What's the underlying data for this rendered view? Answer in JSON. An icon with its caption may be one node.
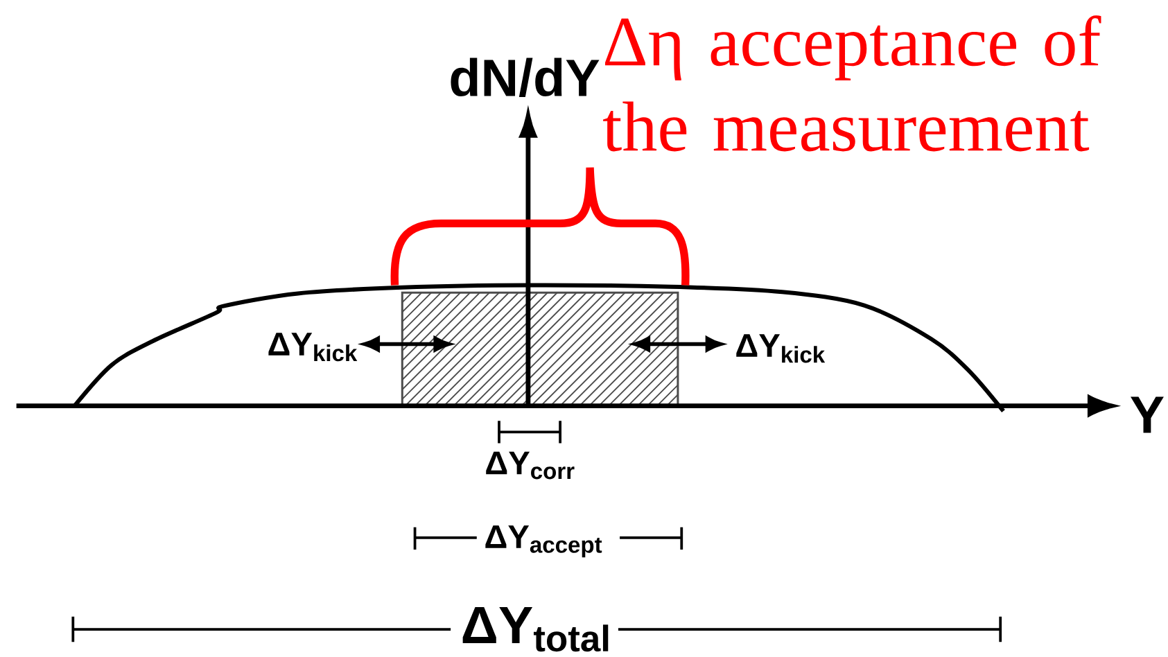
{
  "diagram": {
    "labels": [
      "Δη acceptance of the measurement",
      "dN/dY",
      "Y",
      "ΔY$_{kick}$",
      "ΔY$_{kick}$",
      "ΔY$_{corr}$",
      "ΔY$_{accept}$",
      "ΔY$_{total}$"
    ]
  }
}
